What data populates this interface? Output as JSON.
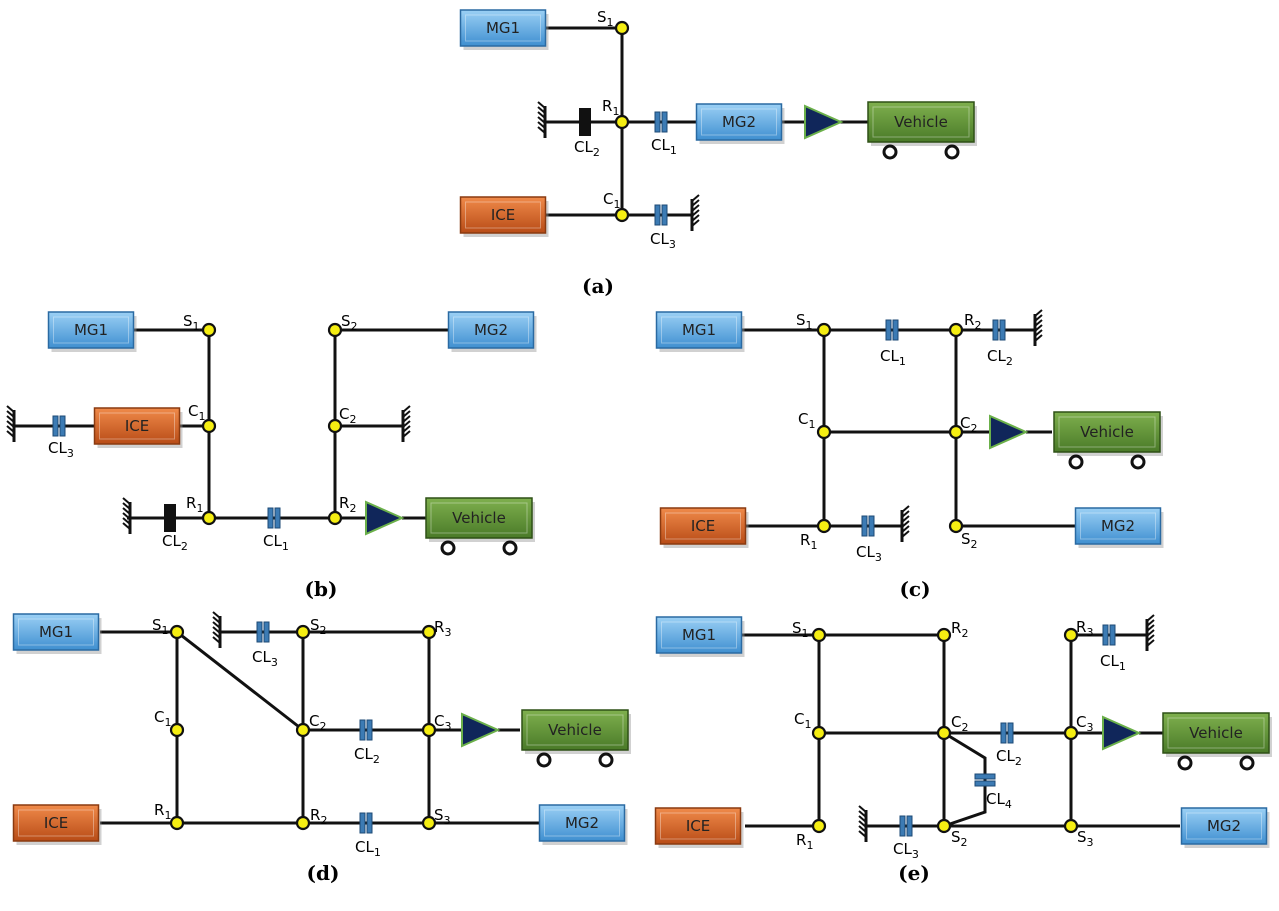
{
  "colors": {
    "mg": "#5aa7de",
    "ice": "#d9652a",
    "vehicle": "#5e8e35",
    "node": "#f5ee12",
    "clutch": "#3c7bb4",
    "triangle": "#10265a",
    "line": "#111111"
  },
  "boxes": {
    "mg1": "MG1",
    "mg2": "MG2",
    "ice": "ICE",
    "vehicle": "Vehicle"
  },
  "captions": {
    "a": "(a)",
    "b": "(b)",
    "c": "(c)",
    "d": "(d)",
    "e": "(e)"
  },
  "nodes": {
    "S1": {
      "base": "S",
      "sub": "1"
    },
    "S2": {
      "base": "S",
      "sub": "2"
    },
    "S3": {
      "base": "S",
      "sub": "3"
    },
    "R1": {
      "base": "R",
      "sub": "1"
    },
    "R2": {
      "base": "R",
      "sub": "2"
    },
    "R3": {
      "base": "R",
      "sub": "3"
    },
    "C1": {
      "base": "C",
      "sub": "1"
    },
    "C2": {
      "base": "C",
      "sub": "2"
    },
    "C3": {
      "base": "C",
      "sub": "3"
    },
    "CL1": {
      "base": "CL",
      "sub": "1"
    },
    "CL2": {
      "base": "CL",
      "sub": "2"
    },
    "CL3": {
      "base": "CL",
      "sub": "3"
    },
    "CL4": {
      "base": "CL",
      "sub": "4"
    }
  }
}
